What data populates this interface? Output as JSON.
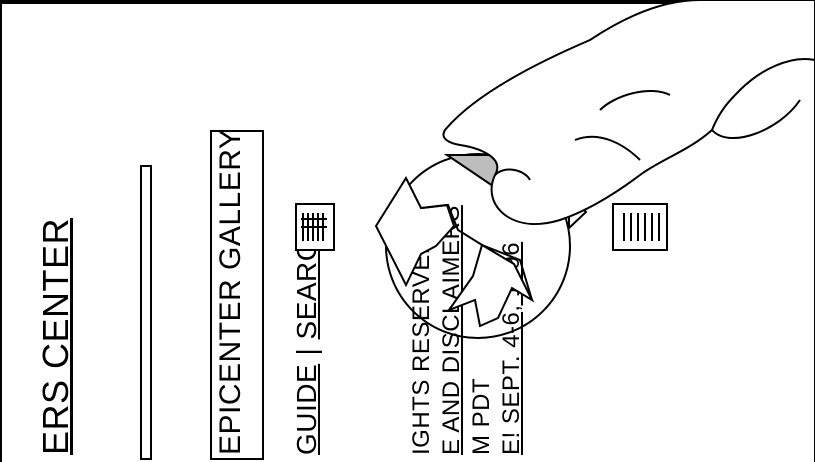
{
  "screen": {
    "header": "ERS CENTER",
    "gallery_label": "EPICENTER GALLERY",
    "nav": {
      "guide": "GUIDE",
      "separator": " | ",
      "search": "SEARCH"
    },
    "footer_lines": [
      "IGHTS RESERVED.",
      "E AND DISCLAIMERS",
      "M PDT",
      "E! SEPT. 4-6, 1996"
    ]
  },
  "icons": {
    "left_menu": "list-icon",
    "right_menu": "bars-icon",
    "gesture": "finger-pointing-icon",
    "arrows": "four-way-arrow-icon"
  },
  "colors": {
    "ink": "#000000",
    "paper": "#ffffff",
    "shade": "#bdbdbd"
  }
}
